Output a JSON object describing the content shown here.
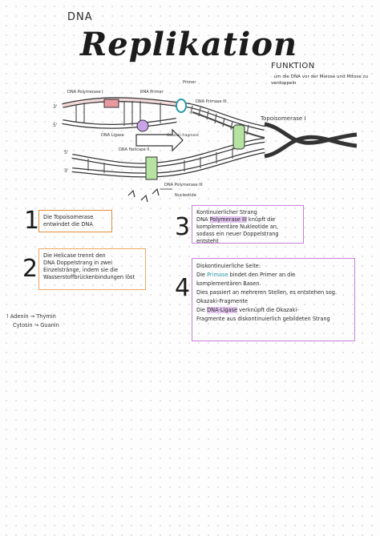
{
  "heading": {
    "small_title": "DNA",
    "title": "Replikation"
  },
  "funktion": {
    "title": "FUNKTION",
    "text": "· um die DNA vor der Meiose und Mitose zu verdoppeln"
  },
  "diagram_labels": {
    "dna_polymerase_1": "DNA Polymerase I",
    "rna_primer": "RNA Primer",
    "primer": "Primer",
    "dna_primase": "DNA Primase III",
    "topoisomerase": "Topoisomerase I",
    "dna_ligase": "DNA Ligase",
    "okazaki": "Okazaki fragment",
    "dna_helicase": "DNA Helicase II",
    "dna_polymerase_3": "DNA Polymerase III",
    "nucleotide": "Nucleotide",
    "prime_3a": "3'",
    "prime_5a": "5'",
    "prime_3b": "3'",
    "prime_5b": "5'"
  },
  "box1": {
    "number": "1",
    "line1": "Die Topoisomerase",
    "line2": "entwindet die DNA",
    "color": "#e0903c"
  },
  "box2": {
    "number": "2",
    "line1": "Die Helicase trennt den",
    "line2": "DNA Doppelstrang in zwei",
    "line3": "Einzelstränge, indem sie die",
    "line4": "Wasserstoffbrückenbindungen löst",
    "color": "#f0a860"
  },
  "box3": {
    "number": "3",
    "line1": "Kontinuierlicher Strang",
    "pre": "DNA ",
    "highlight": "Polymerase III",
    "post": " knüpft die",
    "line3": "komplementäre Nukleotide an,",
    "line4": "sodass ein neuer Doppelstrang entsteht",
    "color": "#c583d8"
  },
  "box4": {
    "number": "4",
    "line1": "Diskontinuierliche Seite:",
    "l2a": "Die ",
    "l2b": "Primase",
    "l2c": " bindet den Primer an die",
    "line3": "komplementären Basen.",
    "line4": "Dies passiert an mehreren Stellen, es entstehen sog.",
    "line5": "Okazaki-Fragmente",
    "l6a": "Die ",
    "l6b": "DNA-Ligase",
    "l6c": " verknüpft die Okazaki-",
    "line7": "Fragmente aus diskontinuierlich gebildeten Strang",
    "color": "#c77fd6"
  },
  "notes": {
    "line1": "! Adenin → Thymin",
    "line2": "Cytosin → Guanin"
  }
}
